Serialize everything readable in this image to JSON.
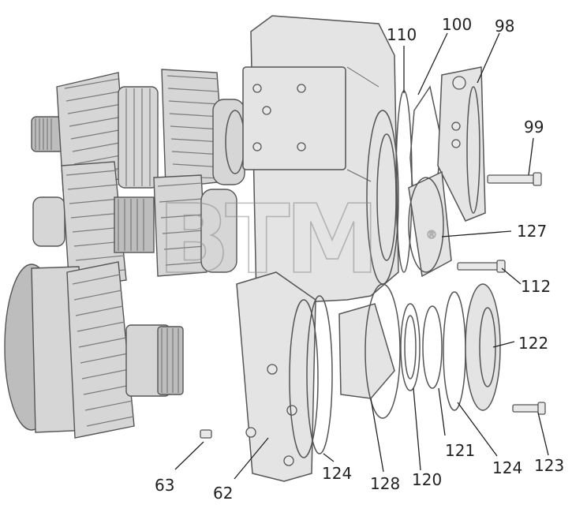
{
  "watermark": {
    "text": "BTM",
    "mark": "®"
  },
  "callouts": {
    "c110": "110",
    "c100": "100",
    "c98": "98",
    "c99": "99",
    "c127": "127",
    "c112": "112",
    "c122": "122",
    "c123": "123",
    "c124b": "124",
    "c121": "121",
    "c120": "120",
    "c128": "128",
    "c124a": "124",
    "c62": "62",
    "c63": "63"
  },
  "colors": {
    "line": "#555555",
    "fill": "#d6d6d6",
    "text": "#222222"
  }
}
